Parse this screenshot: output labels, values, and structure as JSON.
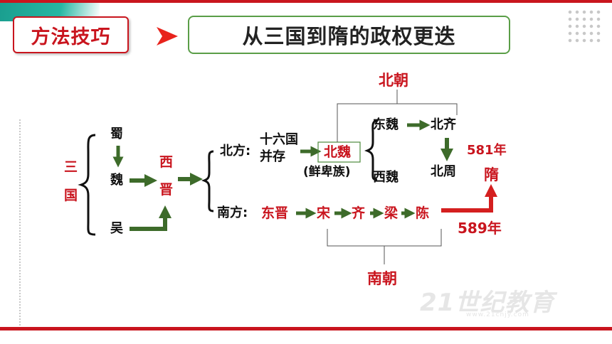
{
  "header": {
    "method_label": "方法技巧",
    "title": "从三国到隋的政权更迭"
  },
  "diagram": {
    "three_kingdoms": "三",
    "three_kingdoms_2": "国",
    "shu": "蜀",
    "wei": "魏",
    "wu": "吴",
    "west": "西",
    "jin": "晋",
    "north_label": "北方:",
    "sixteen_1": "十六国",
    "sixteen_2": "并存",
    "northern_wei": "北魏",
    "xianbei": "(鲜卑族)",
    "eastern_wei": "东魏",
    "western_wei": "西魏",
    "northern_qi": "北齐",
    "northern_zhou": "北周",
    "northern_dynasties": "北朝",
    "south_label": "南方:",
    "eastern_jin": "东晋",
    "song": "宋",
    "qi": "齐",
    "liang": "梁",
    "chen": "陈",
    "southern_dynasties": "南朝",
    "year_581": "581年",
    "year_589": "589年",
    "sui": "隋"
  },
  "watermark": {
    "logo": "21世纪教育",
    "url": "www.21cnjy.com"
  },
  "colors": {
    "accent_red": "#c9151e",
    "arrow_green": "#3d6b2a",
    "title_border": "#5a9e47"
  }
}
